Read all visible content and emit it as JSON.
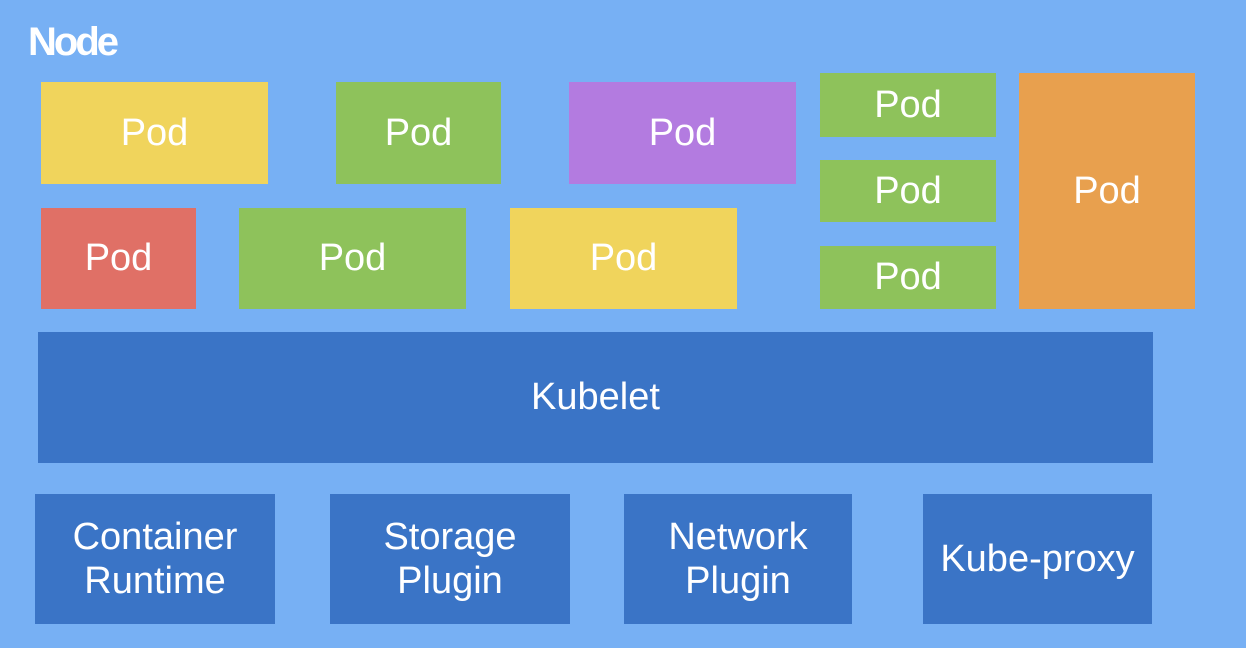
{
  "node": {
    "title": "Node"
  },
  "colors": {
    "background": "#77b0f4",
    "yellow": "#f0d45c",
    "green": "#8ec25b",
    "purple": "#b37be0",
    "red": "#e07066",
    "orange": "#e8a04e",
    "blue": "#3a74c6"
  },
  "pods": [
    {
      "label": "Pod",
      "color": "yellow"
    },
    {
      "label": "Pod",
      "color": "green"
    },
    {
      "label": "Pod",
      "color": "purple"
    },
    {
      "label": "Pod",
      "color": "green"
    },
    {
      "label": "Pod",
      "color": "orange"
    },
    {
      "label": "Pod",
      "color": "green"
    },
    {
      "label": "Pod",
      "color": "green"
    },
    {
      "label": "Pod",
      "color": "red"
    },
    {
      "label": "Pod",
      "color": "green"
    },
    {
      "label": "Pod",
      "color": "yellow"
    }
  ],
  "kubelet": {
    "label": "Kubelet"
  },
  "components": [
    {
      "line1": "Container",
      "line2": "Runtime"
    },
    {
      "line1": "Storage",
      "line2": "Plugin"
    },
    {
      "line1": "Network",
      "line2": "Plugin"
    },
    {
      "line1": "Kube-proxy",
      "line2": ""
    }
  ]
}
